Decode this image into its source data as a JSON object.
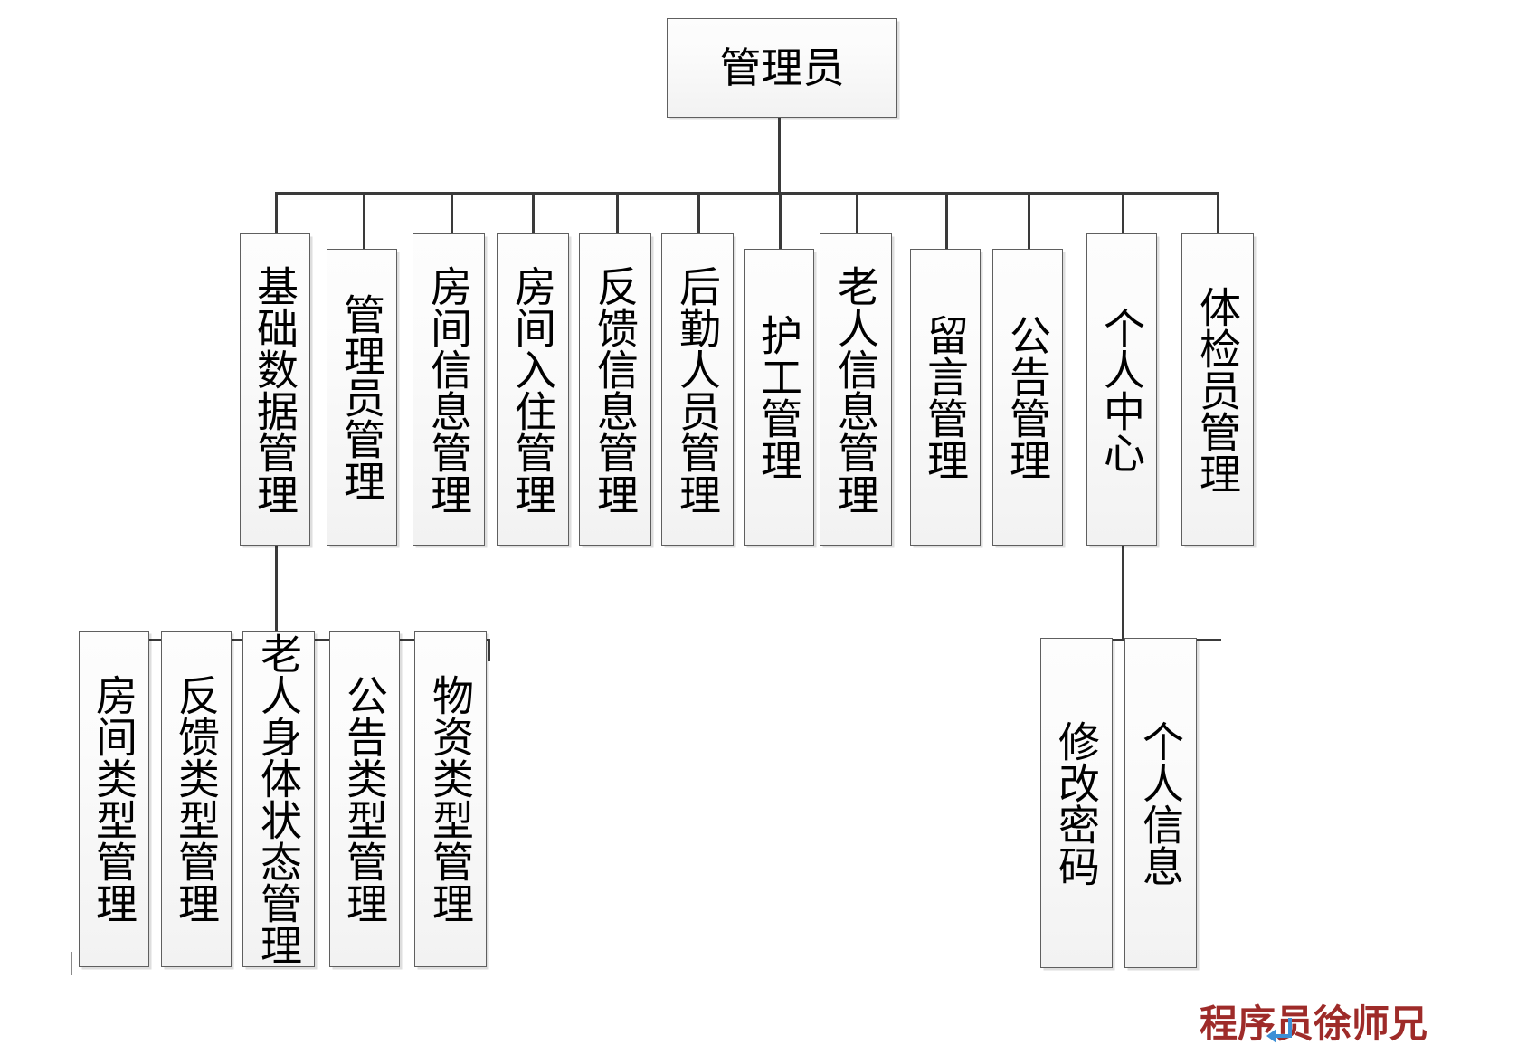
{
  "diagram": {
    "title_node": {
      "label": "管理员",
      "orientation": "horizontal"
    },
    "level2": [
      {
        "label": "基础数据管理"
      },
      {
        "label": "管理员管理"
      },
      {
        "label": "房间信息管理"
      },
      {
        "label": "房间入住管理"
      },
      {
        "label": "反馈信息管理"
      },
      {
        "label": "后勤人员管理"
      },
      {
        "label": "护工管理"
      },
      {
        "label": "老人信息管理"
      },
      {
        "label": "留言管理"
      },
      {
        "label": "公告管理"
      },
      {
        "label": "个人中心"
      },
      {
        "label": "体检员管理"
      }
    ],
    "level3_left": [
      {
        "label": "房间类型管理"
      },
      {
        "label": "反馈类型管理"
      },
      {
        "label": "老人身体状态管理"
      },
      {
        "label": "公告类型管理"
      },
      {
        "label": "物资类型管理"
      }
    ],
    "level3_right": [
      {
        "label": "修改密码"
      },
      {
        "label": "个人信息"
      }
    ],
    "watermark": {
      "text": "程序员徐师兄",
      "color": "#9e2b29"
    },
    "cursor": {
      "icon": "return-arrow-icon",
      "color": "#3d8fd6"
    },
    "colors": {
      "box_border": "#5f5f5f",
      "box_fill_top": "#fdfdfd",
      "box_fill_bottom": "#f2f2f2",
      "connector": "#3a3a3a",
      "text": "#000000",
      "background": "#ffffff"
    }
  }
}
